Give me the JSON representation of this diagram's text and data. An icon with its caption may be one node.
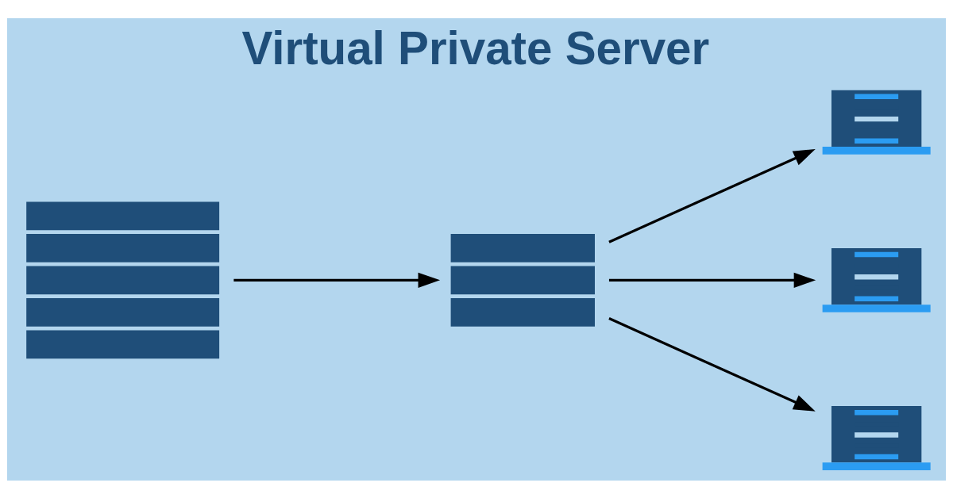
{
  "diagram": {
    "title": "Virtual Private Server",
    "nodes": [
      {
        "text": [],
        "shape": "picture"
      },
      {
        "text": [],
        "shape": "picture"
      },
      {
        "text": [],
        "shape": "picture"
      },
      {
        "text": [],
        "shape": "picture"
      },
      {
        "text": [],
        "shape": "picture"
      }
    ],
    "edges": [
      {
        "from": 0,
        "to": 1,
        "arrow": "to"
      },
      {
        "from": 1,
        "to": 2,
        "arrow": "to"
      },
      {
        "from": 1,
        "to": 3,
        "arrow": "to"
      },
      {
        "from": 1,
        "to": 4,
        "arrow": "to"
      }
    ]
  }
}
